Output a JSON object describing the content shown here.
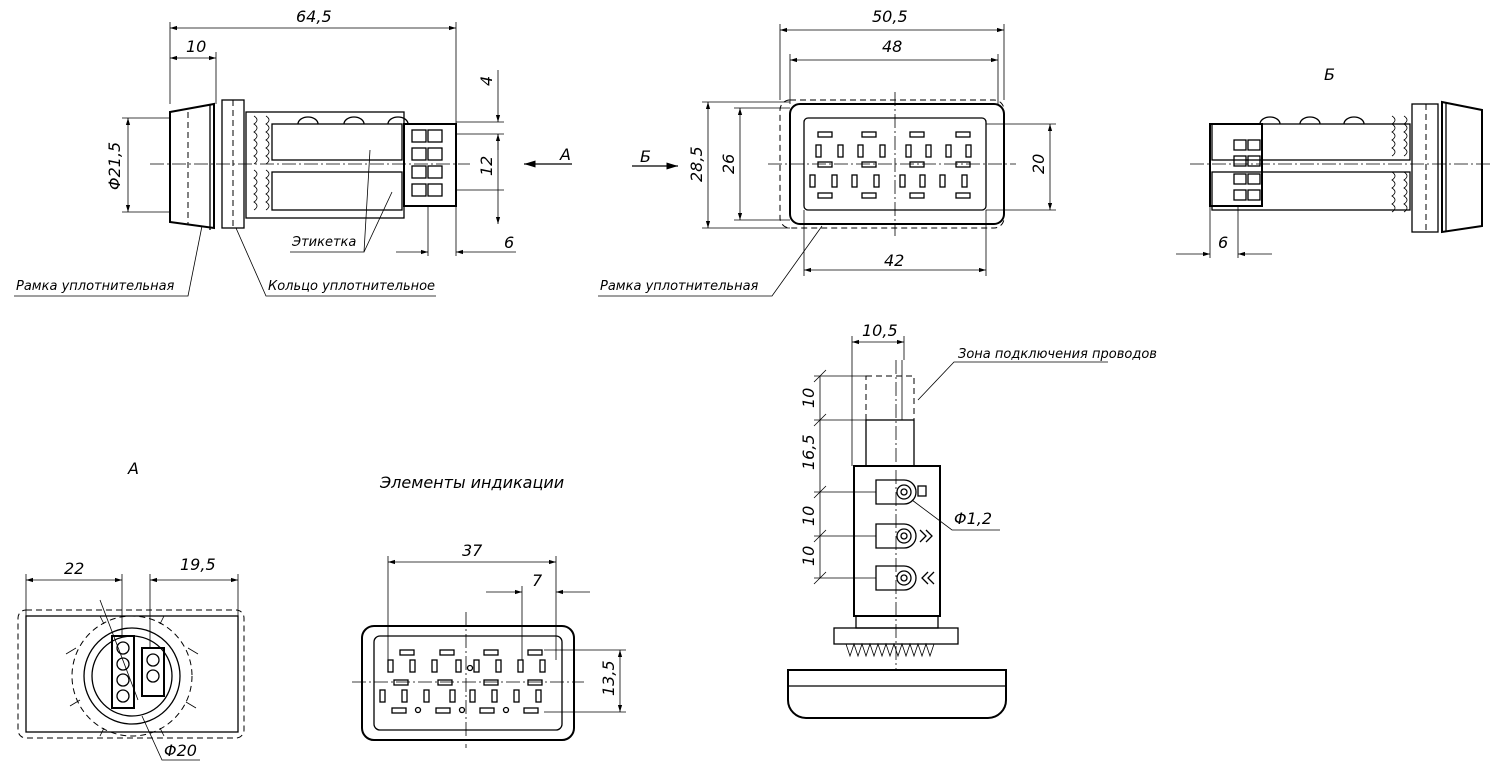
{
  "labels": {
    "sealing_frame_1": "Рамка уплотнительная",
    "sealing_ring": "Кольцо уплотнительное",
    "label_sticker": "Этикетка",
    "sealing_frame_2": "Рамка уплотнительная",
    "view_a": "А",
    "view_b": "Б",
    "arrow_a": "А",
    "arrow_b": "Б",
    "indication_elements": "Элементы индикации",
    "wire_zone": "Зона подключения проводов"
  },
  "dimensions": {
    "side_length": "64,5",
    "side_front": "10",
    "side_dia": "Φ21,5",
    "side_4": "4",
    "side_12": "12",
    "side_6": "6",
    "front_width": "50,5",
    "front_inner": "48",
    "front_height": "28,5",
    "front_26": "26",
    "front_20": "20",
    "front_42": "42",
    "back_6": "6",
    "top_10_5": "10,5",
    "top_10a": "10",
    "top_16_5": "16,5",
    "top_10b": "10",
    "top_10c": "10",
    "top_hole": "Φ1,2",
    "a_22": "22",
    "a_19_5": "19,5",
    "a_dia": "Φ20",
    "ind_37": "37",
    "ind_7": "7",
    "ind_13_5": "13,5"
  }
}
